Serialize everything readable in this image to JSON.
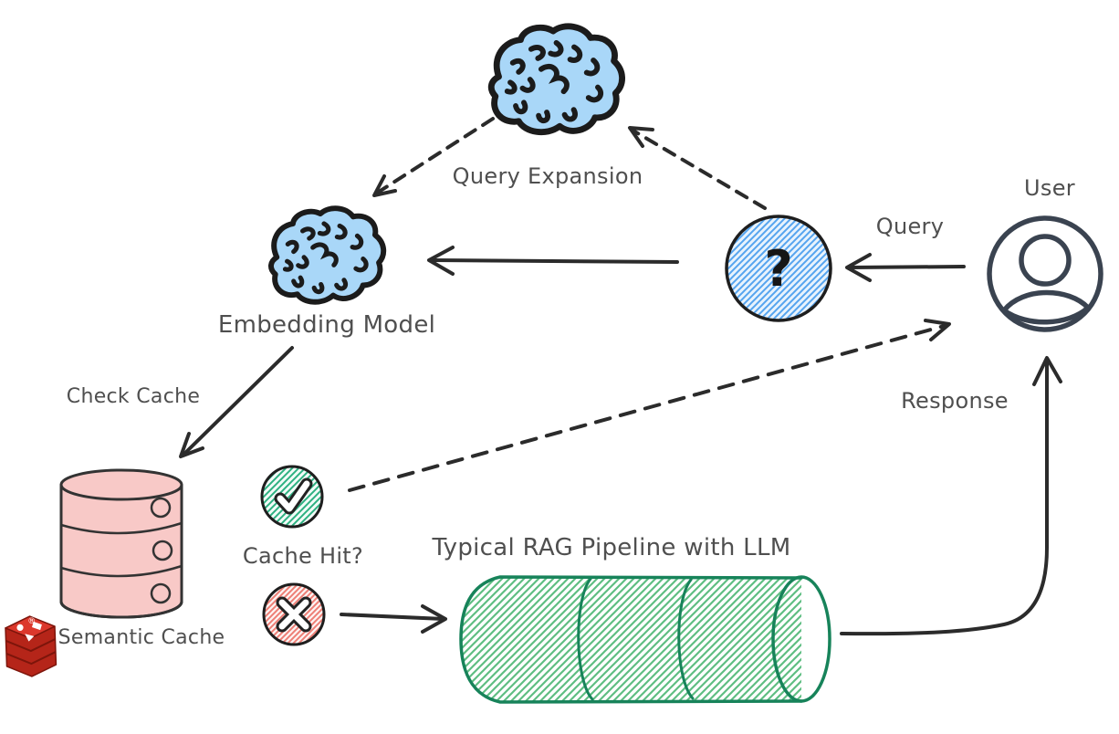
{
  "diagram": {
    "background": "#ffffff",
    "nodes": {
      "query_expansion": {
        "label": "Query Expansion",
        "icon": "brain-icon"
      },
      "embedding_model": {
        "label": "Embedding Model",
        "icon": "brain-icon"
      },
      "query_symbol": {
        "symbol": "?",
        "icon": "question-circle-icon"
      },
      "user": {
        "label": "User",
        "icon": "user-icon"
      },
      "semantic_cache": {
        "label": "Semantic Cache",
        "icon": "database-icon",
        "vendor_logo": "redis-logo"
      },
      "cache_hit": {
        "label": "Cache Hit?",
        "hit_icon": "check-circle-icon",
        "miss_icon": "cross-circle-icon"
      },
      "rag_pipeline": {
        "label": "Typical RAG Pipeline with LLM",
        "icon": "pipeline-cylinder-icon"
      }
    },
    "edges": {
      "query": {
        "label": "Query",
        "from": "user",
        "to": "query_symbol",
        "style": "solid"
      },
      "to_embedding_model": {
        "label": "",
        "from": "query_symbol",
        "to": "embedding_model",
        "style": "solid"
      },
      "expansion_request": {
        "label": "",
        "from": "query_symbol",
        "to": "query_expansion",
        "style": "dashed"
      },
      "expansion_result": {
        "label": "",
        "from": "query_expansion",
        "to": "embedding_model",
        "style": "dashed"
      },
      "check_cache": {
        "label": "Check Cache",
        "from": "embedding_model",
        "to": "semantic_cache",
        "style": "solid"
      },
      "cache_hit_response": {
        "label": "",
        "from": "cache_hit",
        "to": "user",
        "style": "dashed"
      },
      "cache_miss": {
        "label": "",
        "from": "cache_hit",
        "to": "rag_pipeline",
        "style": "solid"
      },
      "response": {
        "label": "Response",
        "from": "rag_pipeline",
        "to": "user",
        "style": "solid"
      }
    },
    "colors": {
      "brain_fill": "#a9d7f8",
      "outline": "#1b1b1b",
      "hatch_blue": "#55a4ef",
      "hatch_blue_bg": "#e8f3fd",
      "hatch_green": "#2db181",
      "hatch_green_bg": "#f3fbf8",
      "hatch_red": "#ee7e75",
      "hatch_red_bg": "#fdf4f3",
      "cache_fill": "#f8c9c7",
      "cache_outline": "#333333",
      "pipeline_outline": "#17835a",
      "pipeline_hatch": "#5fbe82",
      "arrow": "#2b2b2b",
      "text": "#4f4f4f",
      "user_stroke": "#3a4350",
      "redis_red": "#dc382c",
      "redis_side": "#b52519",
      "redis_edge": "#7d150b"
    }
  }
}
